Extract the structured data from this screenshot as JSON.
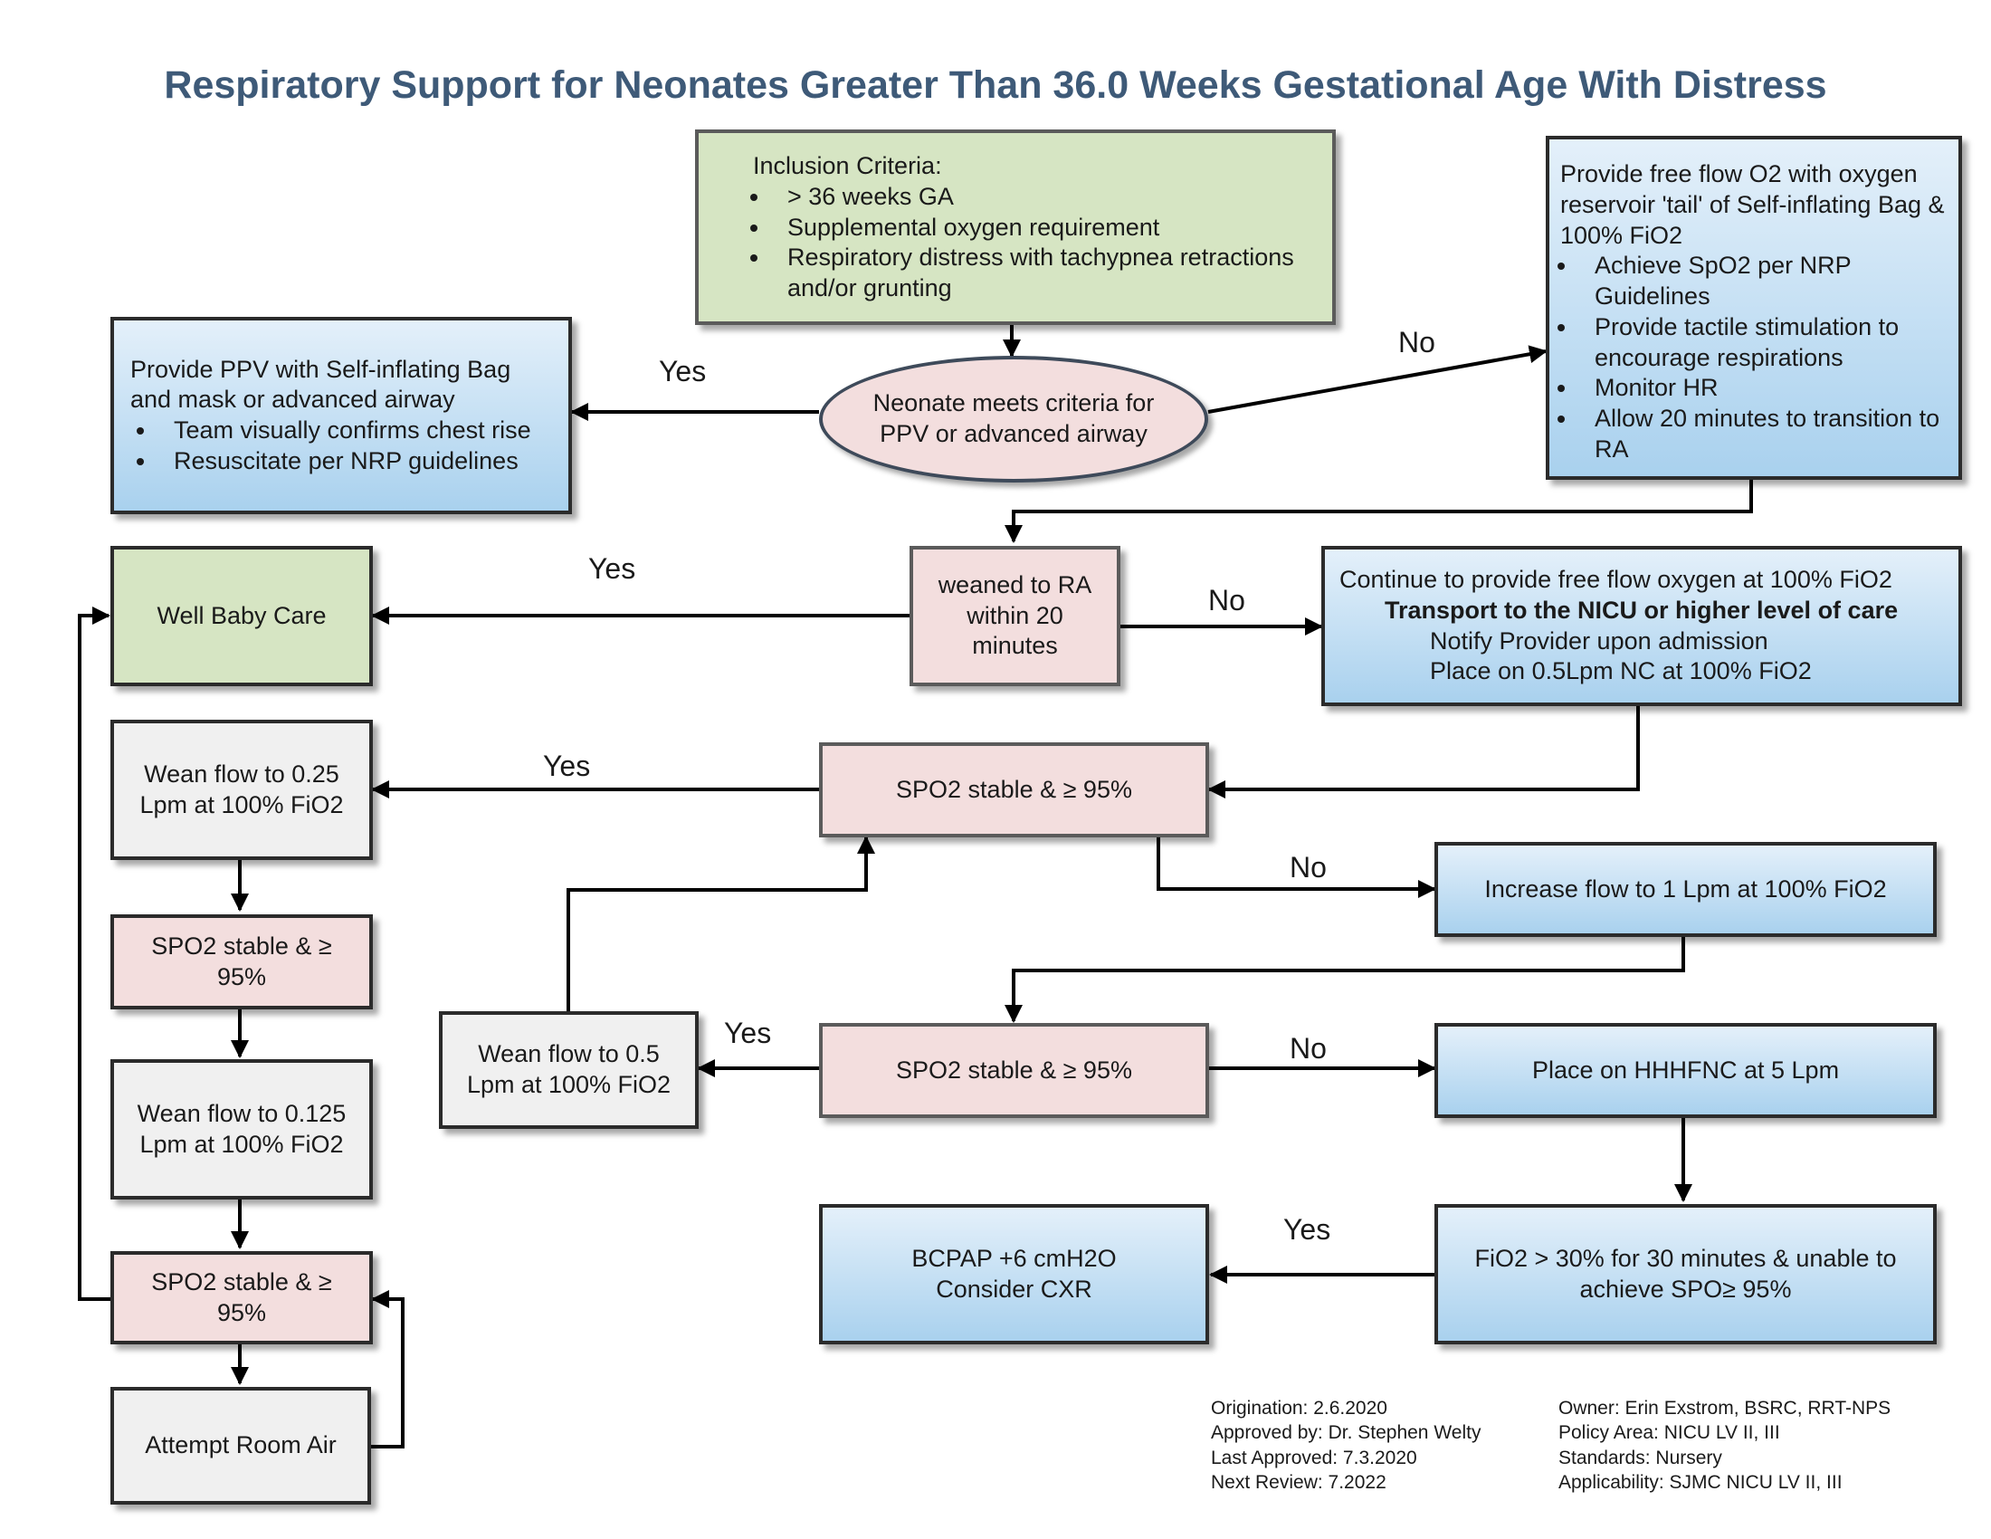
{
  "title": "Respiratory Support for Neonates Greater Than 36.0 Weeks Gestational Age With Distress",
  "inclusion": {
    "heading": "Inclusion Criteria:",
    "items": [
      "> 36 weeks GA",
      "Supplemental oxygen requirement",
      "Respiratory distress with tachypnea retractions and/or grunting"
    ]
  },
  "ppv_decision": "Neonate meets criteria for PPV or advanced airway",
  "ppv_box": {
    "text": "Provide PPV with Self-inflating Bag and mask or advanced airway",
    "items": [
      "Team visually confirms chest rise",
      "Resuscitate per NRP guidelines"
    ]
  },
  "free_flow": {
    "text": "Provide free flow O2 with oxygen reservoir 'tail' of Self-inflating Bag & 100% FiO2",
    "items": [
      "Achieve SpO2 per NRP Guidelines",
      "Provide tactile stimulation to encourage respirations",
      "Monitor HR",
      "Allow 20 minutes to transition to RA"
    ]
  },
  "weaned": "weaned to RA within 20 minutes",
  "well_baby": "Well Baby Care",
  "continue_box": {
    "line1": "Continue to provide free flow oxygen at 100% FiO2",
    "line2": "Transport to the NICU or higher level of care",
    "line3": "Notify Provider upon admission",
    "line4": "Place on 0.5Lpm NC at 100% FiO2"
  },
  "spo2_a": "SPO2 stable & ≥ 95%",
  "spo2_b": "SPO2 stable & ≥ 95%",
  "increase_flow": "Increase flow to 1 Lpm at 100% FiO2",
  "wean_05": "Wean flow to 0.5 Lpm at 100% FiO2",
  "hhhfnc": "Place on  HHHFNC at 5 Lpm",
  "fio2_box": "FiO2 > 30% for 30 minutes & unable to achieve SPO≥ 95%",
  "bcpap": {
    "line1": "BCPAP +6 cmH2O",
    "line2": "Consider CXR"
  },
  "left_column": {
    "wean_025": "Wean flow to 0.25 Lpm at 100% FiO2",
    "spo2_1": "SPO2 stable & ≥ 95%",
    "wean_0125": "Wean flow to 0.125 Lpm at 100% FiO2",
    "spo2_2": "SPO2 stable & ≥ 95%",
    "room_air": "Attempt Room Air"
  },
  "labels": {
    "yes": "Yes",
    "no": "No"
  },
  "footer": {
    "origination": "Origination: 2.6.2020",
    "approved_by": "Approved by: Dr. Stephen Welty",
    "last_approved": "Last Approved: 7.3.2020",
    "next_review": "Next Review: 7.2022",
    "owner": "Owner: Erin Exstrom, BSRC, RRT-NPS",
    "policy_area": "Policy Area: NICU LV II, III",
    "standards": "Standards: Nursery",
    "applicability": "Applicability: SJMC NICU LV II, III"
  }
}
